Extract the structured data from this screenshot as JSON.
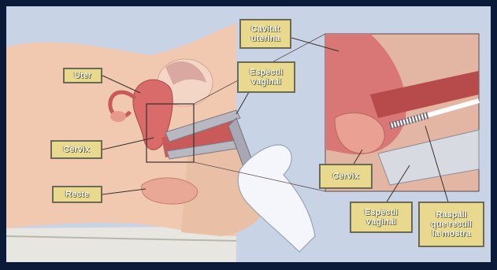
{
  "labels": {
    "uter": "Uter",
    "cervix_left": "Cèrvix",
    "recte": "Recte",
    "cavitat_uterina": "Cavitat\nuterina",
    "especul_vaginal_top": "Espècul\nvaginal",
    "cervix_right": "Cèrvix",
    "especul_vaginal_bottom": "Espècul\nvaginal",
    "raspall": "Raspall\nque recull\nla mostra"
  },
  "colors": {
    "frame": "#0c1a3a",
    "background": "#c9d3e6",
    "skin": "#f0c9b0",
    "tissue": "#d96b6b",
    "label_fill": "#e9d98f"
  }
}
